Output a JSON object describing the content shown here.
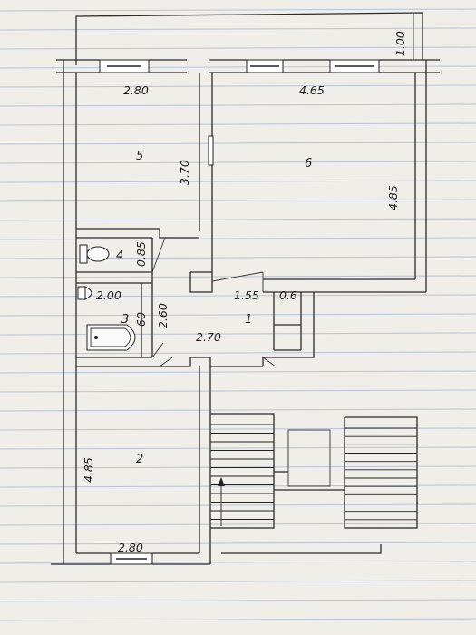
{
  "floor_plan": {
    "rooms": [
      {
        "number": "1"
      },
      {
        "number": "2"
      },
      {
        "number": "3"
      },
      {
        "number": "4"
      },
      {
        "number": "5"
      },
      {
        "number": "6"
      }
    ],
    "dimensions": {
      "balcony_depth": "1.00",
      "room5_width": "2.80",
      "room5_length": "3.70",
      "room6_width": "4.65",
      "room6_length": "4.85",
      "wc_length": "0.85",
      "bath_width": "2.00",
      "bath_length": "60",
      "corridor_length": "2.60",
      "hall_width": "1.55",
      "closet_width": "0.6",
      "hall_length": "2.70",
      "room2_length": "4.85",
      "room2_width": "2.80"
    }
  }
}
